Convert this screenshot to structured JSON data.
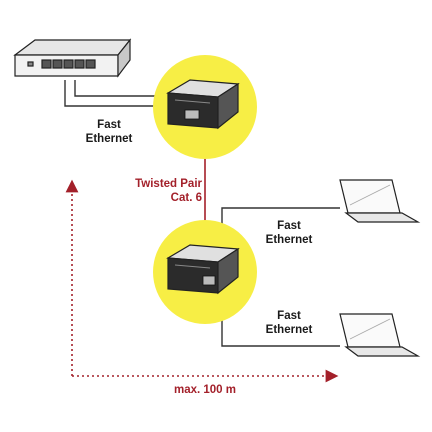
{
  "labels": {
    "fast_ethernet_top": [
      "Fast",
      "Ethernet"
    ],
    "twisted_pair": [
      "Twisted Pair",
      "Cat. 6"
    ],
    "fast_ethernet_mid": [
      "Fast",
      "Ethernet"
    ],
    "fast_ethernet_bottom": [
      "Fast",
      "Ethernet"
    ],
    "distance": "max. 100 m"
  },
  "icons": [
    "network-switch-icon",
    "extender-device-icon",
    "laptop-icon"
  ],
  "colors": {
    "yellow": "#f7ee45",
    "red": "#a3202a",
    "line": "#333333",
    "device": "#2b2b2b"
  }
}
